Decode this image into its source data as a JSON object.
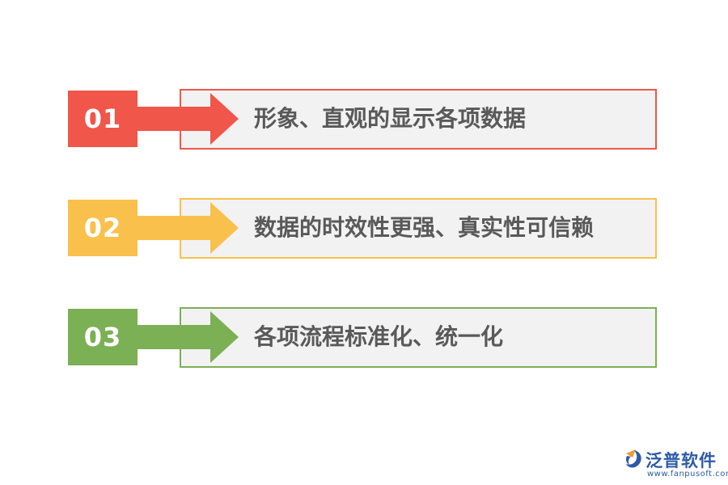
{
  "items": [
    {
      "number": "01",
      "text": "形象、直观的显示各项数据",
      "color": "#f0564a"
    },
    {
      "number": "02",
      "text": "数据的时效性更强、真实性可信赖",
      "color": "#f9c04b"
    },
    {
      "number": "03",
      "text": "各项流程标准化、统一化",
      "color": "#7bb055"
    }
  ],
  "logo": {
    "name": "泛普软件",
    "url": "www.fanpusoft.com",
    "color": "#2d5aa8",
    "icon": "fanpu-logo-icon"
  }
}
